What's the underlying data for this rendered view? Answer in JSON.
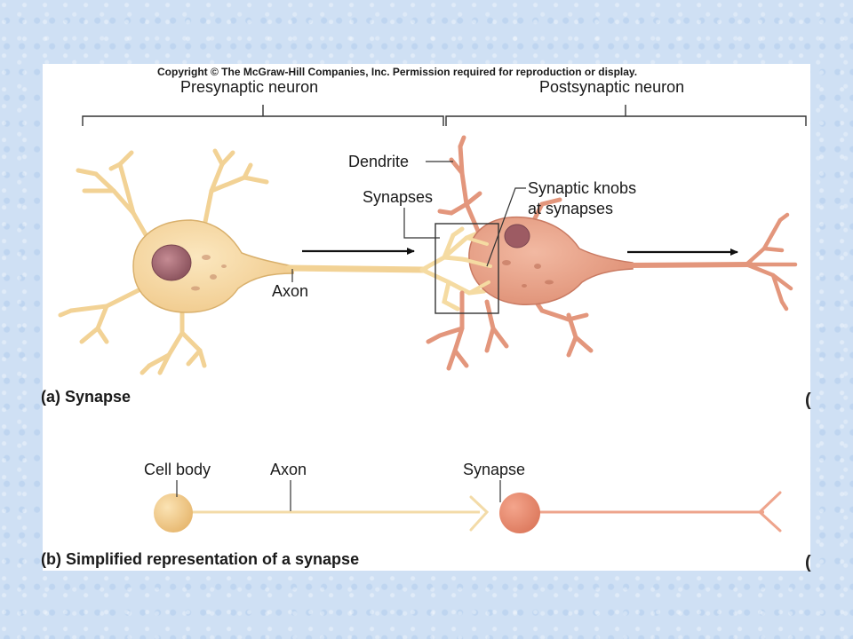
{
  "copyright": "Copyright © The McGraw-Hill Companies, Inc. Permission required for reproduction or display.",
  "panel_a": {
    "presynaptic_label": "Presynaptic neuron",
    "postsynaptic_label": "Postsynaptic neuron",
    "dendrite_label": "Dendrite",
    "synapses_label": "Synapses",
    "knobs_label_line1": "Synaptic knobs",
    "knobs_label_line2": "at synapses",
    "axon_label": "Axon",
    "caption": "(a) Synapse"
  },
  "panel_b": {
    "cell_body_label": "Cell body",
    "axon_label": "Axon",
    "synapse_label": "Synapse",
    "caption": "(b) Simplified representation of a synapse"
  },
  "colors": {
    "presynaptic": "#f5d9a0",
    "presynaptic_edge": "#d9b06c",
    "postsynaptic": "#e8a28a",
    "postsynaptic_edge": "#c97a62",
    "nucleus": "#b8747e",
    "background": "#cfe0f4"
  }
}
